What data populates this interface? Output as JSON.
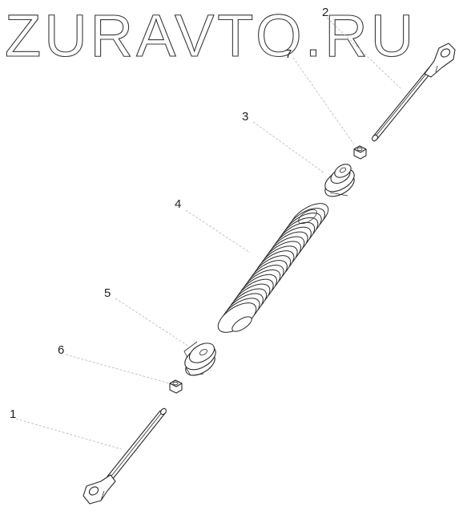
{
  "watermark": {
    "text": "ZURAVTO.RU"
  },
  "callouts": [
    {
      "id": "1",
      "label": "1"
    },
    {
      "id": "2",
      "label": "2"
    },
    {
      "id": "3",
      "label": "3"
    },
    {
      "id": "4",
      "label": "4"
    },
    {
      "id": "5",
      "label": "5"
    },
    {
      "id": "6",
      "label": "6"
    },
    {
      "id": "7",
      "label": "7"
    }
  ]
}
